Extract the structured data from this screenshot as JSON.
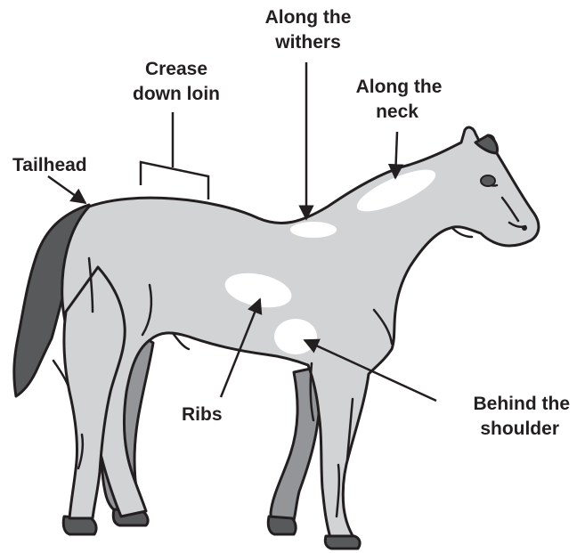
{
  "labels": {
    "withers_1": "Along the",
    "withers_2": "withers",
    "crease_1": "Crease",
    "crease_2": "down loin",
    "neck_1": "Along the",
    "neck_2": "neck",
    "tailhead": "Tailhead",
    "ribs": "Ribs",
    "shoulder_1": "Behind the",
    "shoulder_2": "shoulder"
  },
  "colors": {
    "coat": "#d1d3d4",
    "far_legs": "#939598",
    "tail_mane": "#58595b",
    "highlight": "#ffffff",
    "ink": "#231f20"
  }
}
